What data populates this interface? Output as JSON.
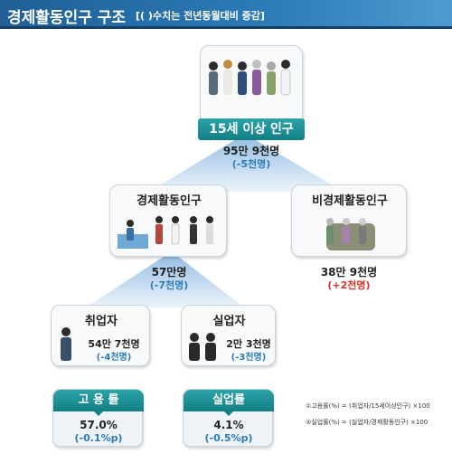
{
  "header": {
    "title": "경제활동인구 구조",
    "subtitle": "[( )수치는 전년동월대비 증감]"
  },
  "nodes": {
    "population": {
      "label": "15세 이상 인구",
      "value": "95만 9천명",
      "change": "(-5천명)"
    },
    "economically_active": {
      "label": "경제활동인구",
      "value": "57만명",
      "change": "(-7천명)"
    },
    "non_active": {
      "label": "비경제활동인구",
      "value": "38만 9천명",
      "change": "(+2천명)"
    },
    "employed": {
      "label": "취업자",
      "value": "54만 7천명",
      "change": "(-4천명)"
    },
    "unemployed": {
      "label": "실업자",
      "value": "2만 3천명",
      "change": "(-3천명)"
    }
  },
  "rates": {
    "employment": {
      "label": "고 용 률",
      "value": "57.0%",
      "change": "(-0.1%p)"
    },
    "unemployment": {
      "label": "실업률",
      "value": "4.1%",
      "change": "(-0.5%p)"
    }
  },
  "formulas": [
    "①고용률(%) = (취업자/15세이상인구) ×100",
    "②실업률(%) = (실업자/경제활동인구) ×100"
  ],
  "colors": {
    "title_bar": "#2c7cb8",
    "teal_label": "#1a8c92",
    "change_negative": "#2c7cb8",
    "change_positive": "#d9322b",
    "triangle": "#9fc3e6"
  }
}
